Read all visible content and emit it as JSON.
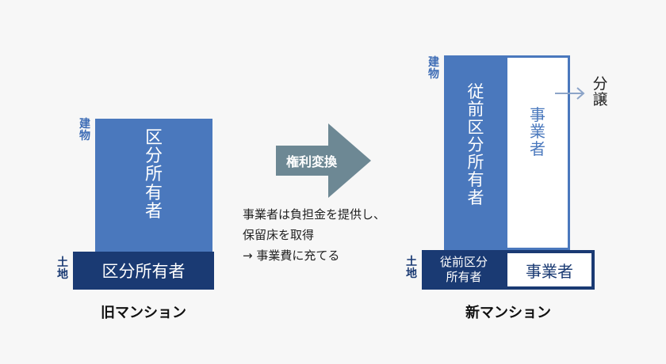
{
  "old": {
    "building_label": "建物",
    "building_text": "区分所有者",
    "land_label": "土地",
    "land_text": "区分所有者",
    "caption": "旧マンション"
  },
  "arrow": {
    "label": "権利変換",
    "desc_lines": [
      "事業者は負担金を提供し、",
      "保留床を取得",
      "→ 事業費に充てる"
    ]
  },
  "new": {
    "building_label": "建物",
    "building_left_text": "従前区分所有者",
    "building_right_text": "事業者",
    "land_label": "土地",
    "land_left_lines": [
      "従前区分",
      "所有者"
    ],
    "land_right_text": "事業者",
    "sale_label": "分譲",
    "caption": "新マンション"
  },
  "colors": {
    "building_blue": "#4a78bd",
    "land_navy": "#1a3a73",
    "label_blue": "#3d6cb5",
    "arrow_gray": "#6d8894",
    "outline_blue": "#4a78bd"
  }
}
